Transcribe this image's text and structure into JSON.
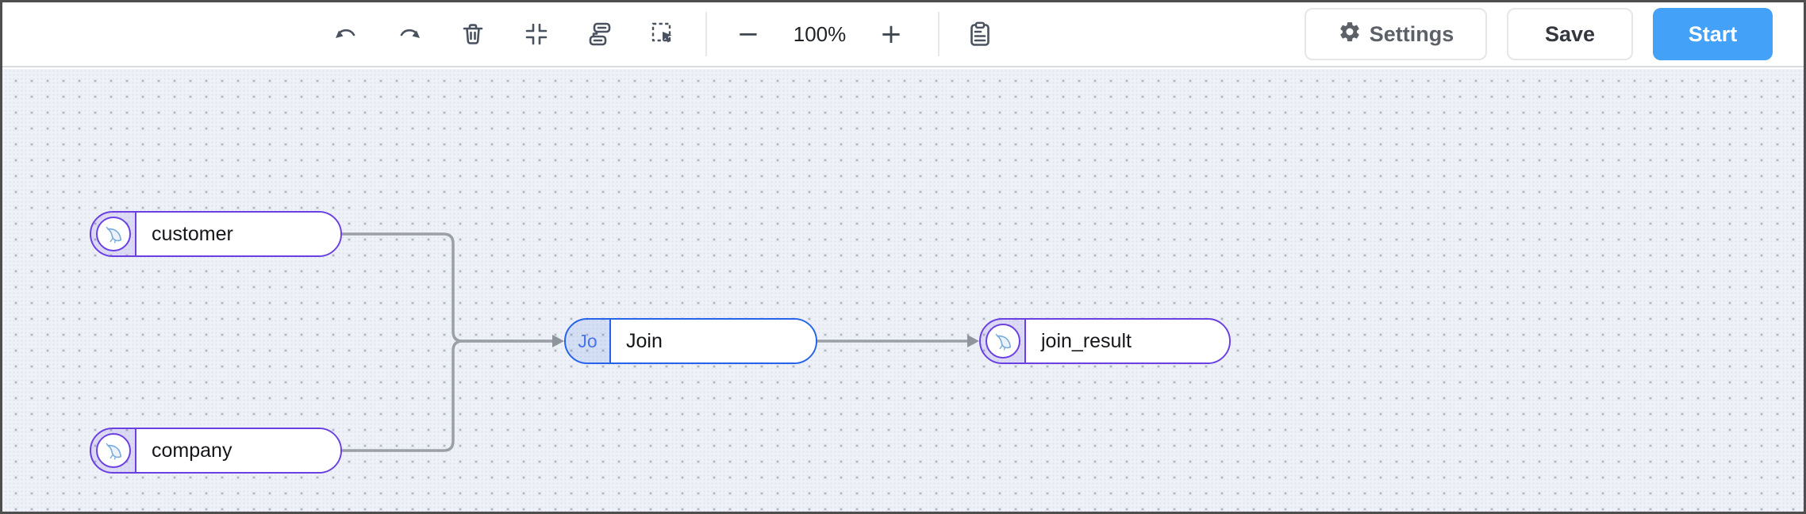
{
  "toolbar": {
    "tools": [
      {
        "id": "undo",
        "icon": "undo-icon"
      },
      {
        "id": "redo",
        "icon": "redo-icon"
      },
      {
        "id": "delete",
        "icon": "trash-icon"
      },
      {
        "id": "fit-view",
        "icon": "fit-view-icon"
      },
      {
        "id": "auto-layout",
        "icon": "auto-layout-icon"
      },
      {
        "id": "marquee-select",
        "icon": "marquee-select-icon"
      },
      {
        "id": "run-log",
        "icon": "clipboard-icon"
      }
    ],
    "zoom": {
      "out_label": "−",
      "level": "100%",
      "in_label": "+"
    },
    "settings_label": "Settings",
    "save_label": "Save",
    "start_label": "Start"
  },
  "canvas": {
    "nodes": [
      {
        "label": "customer",
        "icon": "mysql-dolphin-icon"
      },
      {
        "label": "company",
        "icon": "mysql-dolphin-icon"
      },
      {
        "label": "Join",
        "badge": "Jo"
      },
      {
        "label": "join_result",
        "icon": "mysql-dolphin-icon"
      }
    ],
    "edges": [
      {
        "from": "customer",
        "to": "Join"
      },
      {
        "from": "company",
        "to": "Join"
      },
      {
        "from": "Join",
        "to": "join_result"
      }
    ]
  },
  "colors": {
    "accent_purple": "#6b40e3",
    "accent_blue": "#2563eb",
    "start_button_blue": "#44a1f8",
    "edge_gray": "#9aa0a6",
    "canvas_background": "#eef2f8"
  }
}
